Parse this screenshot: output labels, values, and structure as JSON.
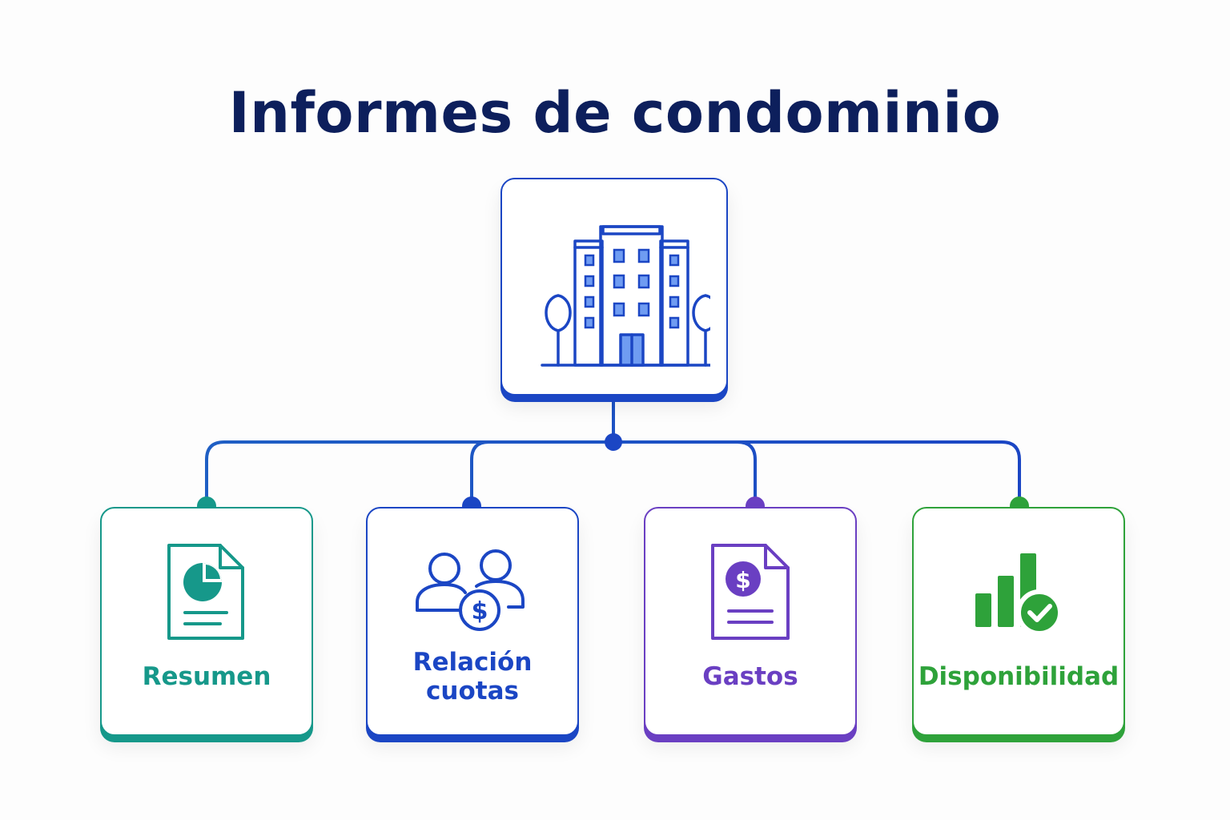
{
  "title": "Informes de condominio",
  "root": {
    "icon": "building-icon",
    "color": "#1b46c4"
  },
  "children": [
    {
      "label": "Resumen",
      "icon": "pie-chart-document-icon",
      "color": "#16988a"
    },
    {
      "label": "Relación cuotas",
      "icon": "people-dollar-icon",
      "color": "#1b46c4"
    },
    {
      "label": "Gastos",
      "icon": "dollar-document-icon",
      "color": "#6a3fc2"
    },
    {
      "label": "Disponibilidad",
      "icon": "bar-chart-check-icon",
      "color": "#2ea23a"
    }
  ]
}
